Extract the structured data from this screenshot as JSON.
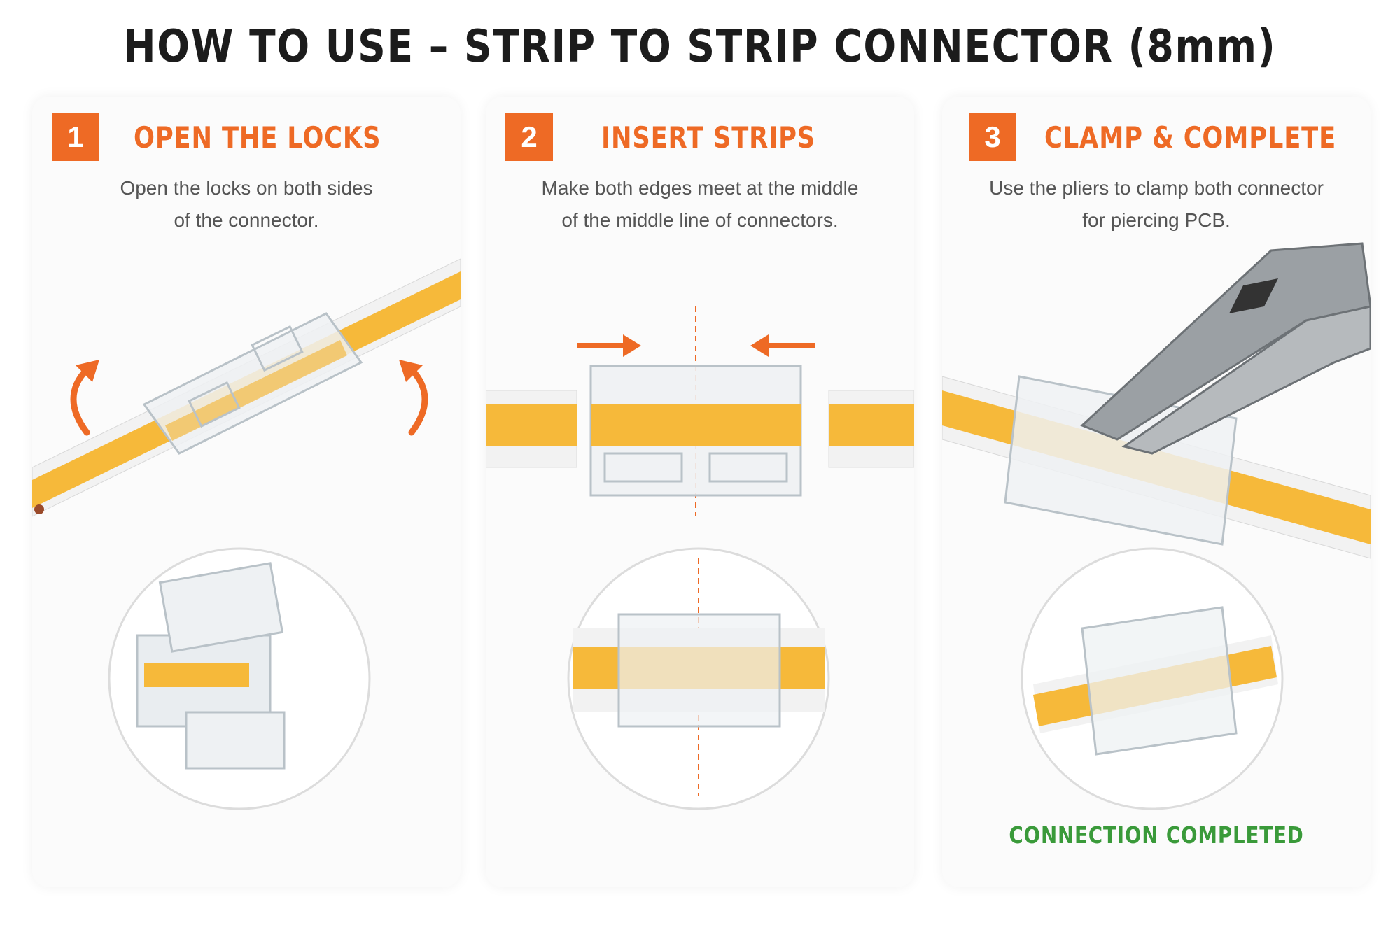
{
  "title": "HOW TO USE – STRIP TO STRIP CONNECTOR (8mm)",
  "steps": [
    {
      "number": "1",
      "title": "OPEN THE LOCKS",
      "desc_line1": "Open the locks on both sides",
      "desc_line2": "of the connector."
    },
    {
      "number": "2",
      "title": "INSERT STRIPS",
      "desc_line1": "Make both edges meet at the middle",
      "desc_line2": "of the middle line of connectors."
    },
    {
      "number": "3",
      "title": "CLAMP & COMPLETE",
      "desc_line1": "Use the pliers to clamp both connector",
      "desc_line2": "for piercing PCB."
    }
  ],
  "completed_label": "CONNECTION COMPLETED",
  "colors": {
    "accent": "#ee6a25",
    "success": "#3a9a3a",
    "strip_yellow": "#f6b93a"
  },
  "icons": [
    "curved-arrow-icon",
    "straight-arrow-icon",
    "pliers-icon"
  ]
}
